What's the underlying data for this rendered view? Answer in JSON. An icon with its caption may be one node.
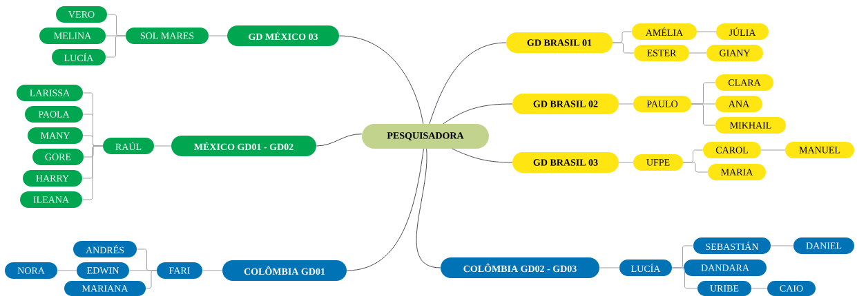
{
  "diagram": {
    "nodes": [
      {
        "text": [
          "PESQUISADORA"
        ]
      },
      {
        "text": [
          "GD MÉXICO 03"
        ]
      },
      {
        "text": [
          "SOL MARES"
        ]
      },
      {
        "text": [
          "VERO"
        ]
      },
      {
        "text": [
          "MELINA"
        ]
      },
      {
        "text": [
          "LUCÍA"
        ]
      },
      {
        "text": [
          "MÉXICO GD01 - GD02"
        ]
      },
      {
        "text": [
          "RAÚL"
        ]
      },
      {
        "text": [
          "LARISSA"
        ]
      },
      {
        "text": [
          "PAOLA"
        ]
      },
      {
        "text": [
          "MANY"
        ]
      },
      {
        "text": [
          "GORE"
        ]
      },
      {
        "text": [
          "HARRY"
        ]
      },
      {
        "text": [
          "ILEANA"
        ]
      },
      {
        "text": [
          "GD BRASIL 01"
        ]
      },
      {
        "text": [
          "AMÉLIA"
        ]
      },
      {
        "text": [
          "JÚLIA"
        ]
      },
      {
        "text": [
          "ESTER"
        ]
      },
      {
        "text": [
          "GIANY"
        ]
      },
      {
        "text": [
          "GD BRASIL 02"
        ]
      },
      {
        "text": [
          "PAULO"
        ]
      },
      {
        "text": [
          "CLARA"
        ]
      },
      {
        "text": [
          "ANA"
        ]
      },
      {
        "text": [
          "MIKHAIL"
        ]
      },
      {
        "text": [
          "GD BRASIL 03"
        ]
      },
      {
        "text": [
          "UFPE"
        ]
      },
      {
        "text": [
          "CAROL"
        ]
      },
      {
        "text": [
          "MANUEL"
        ]
      },
      {
        "text": [
          "MARIA"
        ]
      },
      {
        "text": [
          "COLÔMBIA GD01"
        ]
      },
      {
        "text": [
          "FARI"
        ]
      },
      {
        "text": [
          "ANDRÉS"
        ]
      },
      {
        "text": [
          "EDWIN"
        ]
      },
      {
        "text": [
          "MARIANA"
        ]
      },
      {
        "text": [
          "NORA"
        ]
      },
      {
        "text": [
          "COLÔMBIA GD02 - GD03"
        ]
      },
      {
        "text": [
          "LUCÍA"
        ]
      },
      {
        "text": [
          "SEBASTIÁN"
        ]
      },
      {
        "text": [
          "DANIEL"
        ]
      },
      {
        "text": [
          "DANDARA"
        ]
      },
      {
        "text": [
          "URIBE"
        ]
      },
      {
        "text": [
          "CAIO"
        ]
      }
    ],
    "edges": [
      {
        "from": 0,
        "to": 1,
        "arrow": "none",
        "color": "#4a4a55"
      },
      {
        "from": 1,
        "to": 2,
        "arrow": "none"
      },
      {
        "from": 2,
        "to": 3,
        "arrow": "none"
      },
      {
        "from": 2,
        "to": 4,
        "arrow": "none"
      },
      {
        "from": 2,
        "to": 5,
        "arrow": "none"
      },
      {
        "from": 0,
        "to": 6,
        "arrow": "none",
        "color": "#4a4a55"
      },
      {
        "from": 6,
        "to": 7,
        "arrow": "none"
      },
      {
        "from": 7,
        "to": 8,
        "arrow": "none"
      },
      {
        "from": 7,
        "to": 9,
        "arrow": "none"
      },
      {
        "from": 7,
        "to": 10,
        "arrow": "none"
      },
      {
        "from": 7,
        "to": 11,
        "arrow": "none"
      },
      {
        "from": 7,
        "to": 12,
        "arrow": "none"
      },
      {
        "from": 7,
        "to": 13,
        "arrow": "none"
      },
      {
        "from": 0,
        "to": 14,
        "arrow": "none",
        "color": "#4a4a55"
      },
      {
        "from": 14,
        "to": 15,
        "arrow": "none"
      },
      {
        "from": 15,
        "to": 16,
        "arrow": "none"
      },
      {
        "from": 14,
        "to": 17,
        "arrow": "none"
      },
      {
        "from": 17,
        "to": 18,
        "arrow": "none"
      },
      {
        "from": 0,
        "to": 19,
        "arrow": "none",
        "color": "#4a4a55"
      },
      {
        "from": 19,
        "to": 20,
        "arrow": "none"
      },
      {
        "from": 20,
        "to": 21,
        "arrow": "none"
      },
      {
        "from": 20,
        "to": 22,
        "arrow": "none"
      },
      {
        "from": 20,
        "to": 23,
        "arrow": "none"
      },
      {
        "from": 0,
        "to": 24,
        "arrow": "none",
        "color": "#4a4a55"
      },
      {
        "from": 24,
        "to": 25,
        "arrow": "none"
      },
      {
        "from": 25,
        "to": 26,
        "arrow": "none"
      },
      {
        "from": 26,
        "to": 27,
        "arrow": "none"
      },
      {
        "from": 25,
        "to": 28,
        "arrow": "none"
      },
      {
        "from": 0,
        "to": 29,
        "arrow": "none",
        "color": "#4a4a55"
      },
      {
        "from": 29,
        "to": 30,
        "arrow": "none"
      },
      {
        "from": 30,
        "to": 31,
        "arrow": "none"
      },
      {
        "from": 30,
        "to": 32,
        "arrow": "none"
      },
      {
        "from": 32,
        "to": 34,
        "arrow": "none"
      },
      {
        "from": 30,
        "to": 33,
        "arrow": "none"
      },
      {
        "from": 0,
        "to": 35,
        "arrow": "none",
        "color": "#4a4a55"
      },
      {
        "from": 35,
        "to": 36,
        "arrow": "none"
      },
      {
        "from": 36,
        "to": 37,
        "arrow": "none"
      },
      {
        "from": 37,
        "to": 38,
        "arrow": "none"
      },
      {
        "from": 36,
        "to": 39,
        "arrow": "none"
      },
      {
        "from": 36,
        "to": 40,
        "arrow": "none"
      },
      {
        "from": 40,
        "to": 41,
        "arrow": "none"
      }
    ]
  }
}
